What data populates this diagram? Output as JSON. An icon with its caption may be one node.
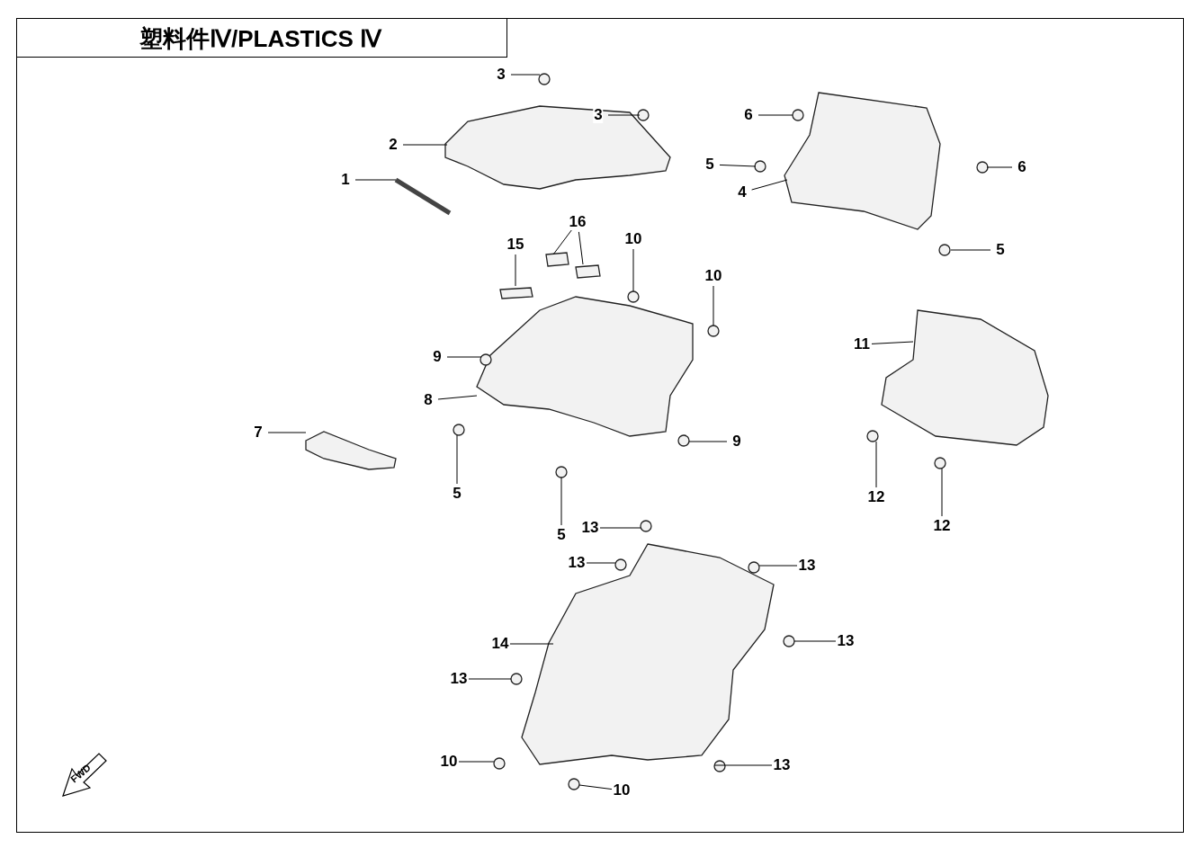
{
  "diagram": {
    "title": "塑料件Ⅳ/PLASTICS Ⅳ",
    "nodes": [
      {
        "text": [
          "3"
        ]
      },
      {
        "text": [
          "3"
        ]
      },
      {
        "text": [
          "6"
        ]
      },
      {
        "text": [
          "2"
        ]
      },
      {
        "text": [
          "5"
        ]
      },
      {
        "text": [
          "6"
        ]
      },
      {
        "text": [
          "1"
        ]
      },
      {
        "text": [
          "4"
        ]
      },
      {
        "text": [
          "16"
        ]
      },
      {
        "text": [
          "10"
        ]
      },
      {
        "text": [
          "15"
        ]
      },
      {
        "text": [
          "5"
        ]
      },
      {
        "text": [
          "10"
        ]
      },
      {
        "text": [
          "11"
        ]
      },
      {
        "text": [
          "9"
        ]
      },
      {
        "text": [
          "8"
        ]
      },
      {
        "text": [
          "9"
        ]
      },
      {
        "text": [
          "7"
        ]
      },
      {
        "text": [
          "12"
        ]
      },
      {
        "text": [
          "5"
        ]
      },
      {
        "text": [
          "12"
        ]
      },
      {
        "text": [
          "5"
        ]
      },
      {
        "text": [
          "13"
        ]
      },
      {
        "text": [
          "13"
        ]
      },
      {
        "text": [
          "13"
        ]
      },
      {
        "text": [
          "14"
        ]
      },
      {
        "text": [
          "13"
        ]
      },
      {
        "text": [
          "13"
        ]
      },
      {
        "text": [
          "10"
        ]
      },
      {
        "text": [
          "13"
        ]
      },
      {
        "text": [
          "10"
        ]
      }
    ],
    "edges": [
      {
        "from": 0,
        "to": null,
        "arrow": "none"
      },
      {
        "from": 1,
        "to": null,
        "arrow": "none"
      },
      {
        "from": 2,
        "to": null,
        "arrow": "none"
      },
      {
        "from": 3,
        "to": null,
        "arrow": "none"
      },
      {
        "from": 4,
        "to": null,
        "arrow": "none"
      },
      {
        "from": 5,
        "to": null,
        "arrow": "none"
      },
      {
        "from": 6,
        "to": null,
        "arrow": "none"
      },
      {
        "from": 7,
        "to": null,
        "arrow": "none"
      },
      {
        "from": 8,
        "to": null,
        "arrow": "none"
      },
      {
        "from": 8,
        "to": null,
        "arrow": "none"
      },
      {
        "from": 9,
        "to": null,
        "arrow": "none"
      },
      {
        "from": 10,
        "to": null,
        "arrow": "none"
      },
      {
        "from": 11,
        "to": null,
        "arrow": "none"
      },
      {
        "from": 12,
        "to": null,
        "arrow": "none"
      },
      {
        "from": 13,
        "to": null,
        "arrow": "none"
      },
      {
        "from": 14,
        "to": null,
        "arrow": "none"
      },
      {
        "from": 15,
        "to": null,
        "arrow": "none"
      },
      {
        "from": 16,
        "to": null,
        "arrow": "none"
      },
      {
        "from": 17,
        "to": null,
        "arrow": "none"
      },
      {
        "from": 18,
        "to": null,
        "arrow": "none"
      },
      {
        "from": 19,
        "to": null,
        "arrow": "none"
      },
      {
        "from": 20,
        "to": null,
        "arrow": "none"
      },
      {
        "from": 21,
        "to": null,
        "arrow": "none"
      },
      {
        "from": 22,
        "to": null,
        "arrow": "none"
      },
      {
        "from": 23,
        "to": null,
        "arrow": "none"
      },
      {
        "from": 24,
        "to": null,
        "arrow": "none"
      },
      {
        "from": 25,
        "to": null,
        "arrow": "none"
      },
      {
        "from": 26,
        "to": null,
        "arrow": "none"
      },
      {
        "from": 27,
        "to": null,
        "arrow": "none"
      },
      {
        "from": 28,
        "to": null,
        "arrow": "none"
      },
      {
        "from": 29,
        "to": null,
        "arrow": "none"
      },
      {
        "from": 30,
        "to": null,
        "arrow": "none"
      }
    ],
    "labels": [
      "FWD"
    ]
  }
}
